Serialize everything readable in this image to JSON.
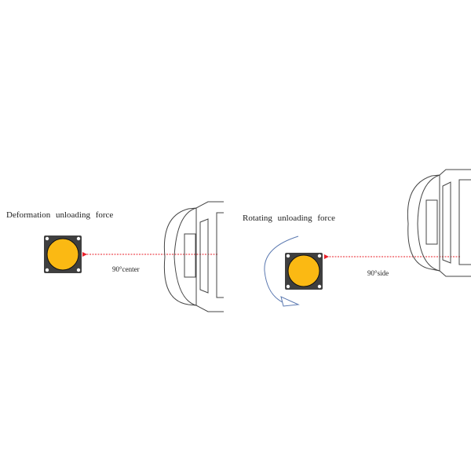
{
  "left_panel": {
    "title": "Deformation unloading force",
    "angle_label": "90°center"
  },
  "right_panel": {
    "title": "Rotating unloading force",
    "angle_label": "90°side"
  },
  "colors": {
    "button_fill": "#FBB913",
    "button_frame": "#3f3f3f",
    "arrow": "#e8202a",
    "rotation_arrow": "#5a78b0",
    "tool_outline": "#444444"
  }
}
